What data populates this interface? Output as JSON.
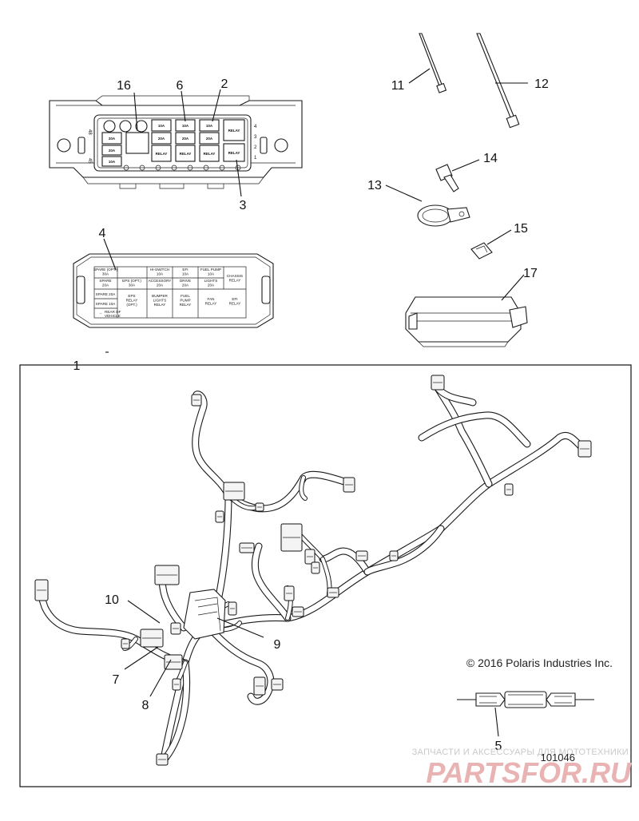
{
  "callouts": {
    "c1": "1",
    "c2": "2",
    "c3": "3",
    "c4": "4",
    "c5": "5",
    "c6": "6",
    "c7": "7",
    "c8": "8",
    "c9": "9",
    "c10": "10",
    "c11": "11",
    "c12": "12",
    "c13": "13",
    "c14": "14",
    "c15": "15",
    "c16": "16",
    "c17": "17"
  },
  "fuse_box": {
    "side_left_top": "48",
    "side_left_bottom": "45",
    "side_right": [
      "4",
      "3",
      "2",
      "1"
    ],
    "row1": [
      "10A",
      "10A",
      "10A",
      "RELAY"
    ],
    "row2": [
      "20A",
      "20A",
      "20A",
      "20A",
      "RELAY"
    ],
    "row3": [
      "20A",
      "RELAY",
      "RELAY",
      "RELAY",
      "RELAY"
    ],
    "row4": [
      "10A"
    ]
  },
  "fuse_cover": {
    "cells": [
      [
        "SPARE (OPT.)",
        "30A"
      ],
      [
        "HI-SWITCH",
        "10A"
      ],
      [
        "EFI",
        "10A"
      ],
      [
        "FUEL PUMP",
        "10A"
      ],
      [
        "SPARE",
        "20A"
      ],
      [
        "EPS (OPT.)",
        "30A"
      ],
      [
        "ACCESSORY",
        "20A"
      ],
      [
        "DRIVE",
        "20A"
      ],
      [
        "LIGHTS",
        "20A"
      ],
      [
        "CHASSIS",
        "RELAY"
      ],
      [
        "SPARE 20A"
      ],
      [
        "SPARE 10A"
      ],
      [
        "EPS",
        "RELAY",
        "(OPT.)"
      ],
      [
        "BUMPER",
        "LIGHTS",
        "RELAY"
      ],
      [
        "FUEL",
        "PUMP",
        "RELAY"
      ],
      [
        "FAN",
        "RELAY"
      ],
      [
        "EFI",
        "RELAY"
      ]
    ],
    "rear_note": [
      "REAR OF",
      "VEHICLE"
    ]
  },
  "copyright": "© 2016 Polaris Industries Inc.",
  "part_number": "101046",
  "watermark": {
    "line1": "ЗАПЧАСТИ И АКСЕССУАРЫ ДЛЯ МОТОТЕХНИКИ",
    "line2": "PARTSFOR.RU"
  }
}
